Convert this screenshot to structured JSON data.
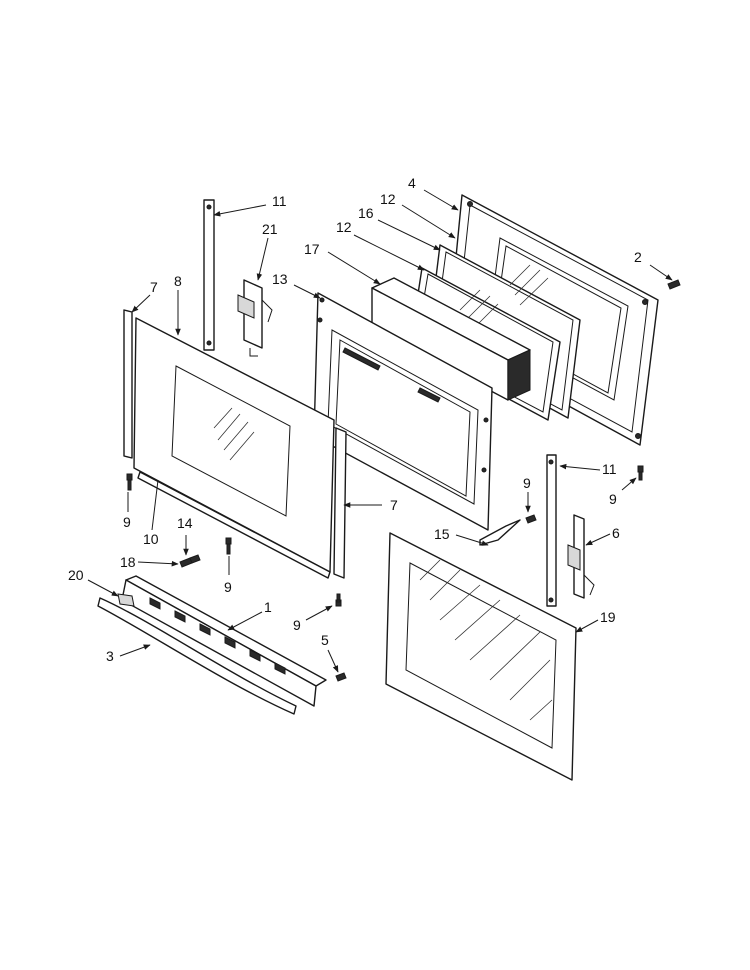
{
  "callouts": [
    {
      "id": "c11a",
      "text": "11"
    },
    {
      "id": "c21",
      "text": "21"
    },
    {
      "id": "c7a",
      "text": "7"
    },
    {
      "id": "c8",
      "text": "8"
    },
    {
      "id": "c4",
      "text": "4"
    },
    {
      "id": "c12a",
      "text": "12"
    },
    {
      "id": "c16",
      "text": "16"
    },
    {
      "id": "c12b",
      "text": "12"
    },
    {
      "id": "c17",
      "text": "17"
    },
    {
      "id": "c13",
      "text": "13"
    },
    {
      "id": "c2",
      "text": "2"
    },
    {
      "id": "c9a",
      "text": "9"
    },
    {
      "id": "c10",
      "text": "10"
    },
    {
      "id": "c14",
      "text": "14"
    },
    {
      "id": "c18",
      "text": "18"
    },
    {
      "id": "c9b",
      "text": "9"
    },
    {
      "id": "c7b",
      "text": "7"
    },
    {
      "id": "c20",
      "text": "20"
    },
    {
      "id": "c1",
      "text": "1"
    },
    {
      "id": "c3",
      "text": "3"
    },
    {
      "id": "c9c",
      "text": "9"
    },
    {
      "id": "c5",
      "text": "5"
    },
    {
      "id": "c15",
      "text": "15"
    },
    {
      "id": "c9d",
      "text": "9"
    },
    {
      "id": "c11b",
      "text": "11"
    },
    {
      "id": "c9e",
      "text": "9"
    },
    {
      "id": "c6",
      "text": "6"
    },
    {
      "id": "c19",
      "text": "19"
    }
  ]
}
